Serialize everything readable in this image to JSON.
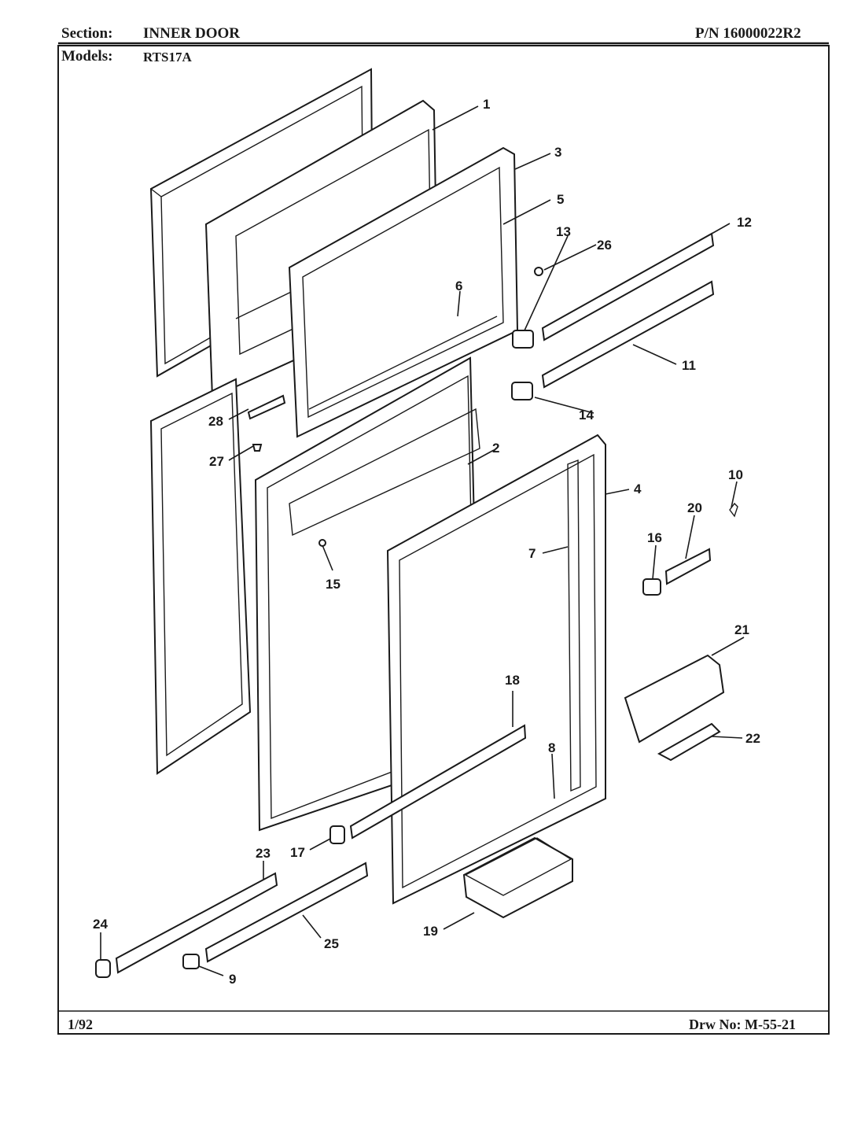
{
  "header": {
    "section_label": "Section:",
    "section_value": "INNER DOOR",
    "part_number": "P/N 16000022R2",
    "models_label": "Models:",
    "models_value": "RTS17A"
  },
  "footer": {
    "date": "1/92",
    "drawing_number": "Drw No: M-55-21"
  },
  "callouts": [
    "1",
    "2",
    "3",
    "4",
    "5",
    "6",
    "7",
    "8",
    "9",
    "10",
    "11",
    "12",
    "13",
    "14",
    "15",
    "16",
    "17",
    "18",
    "19",
    "20",
    "21",
    "22",
    "23",
    "24",
    "25",
    "26",
    "27",
    "28"
  ]
}
